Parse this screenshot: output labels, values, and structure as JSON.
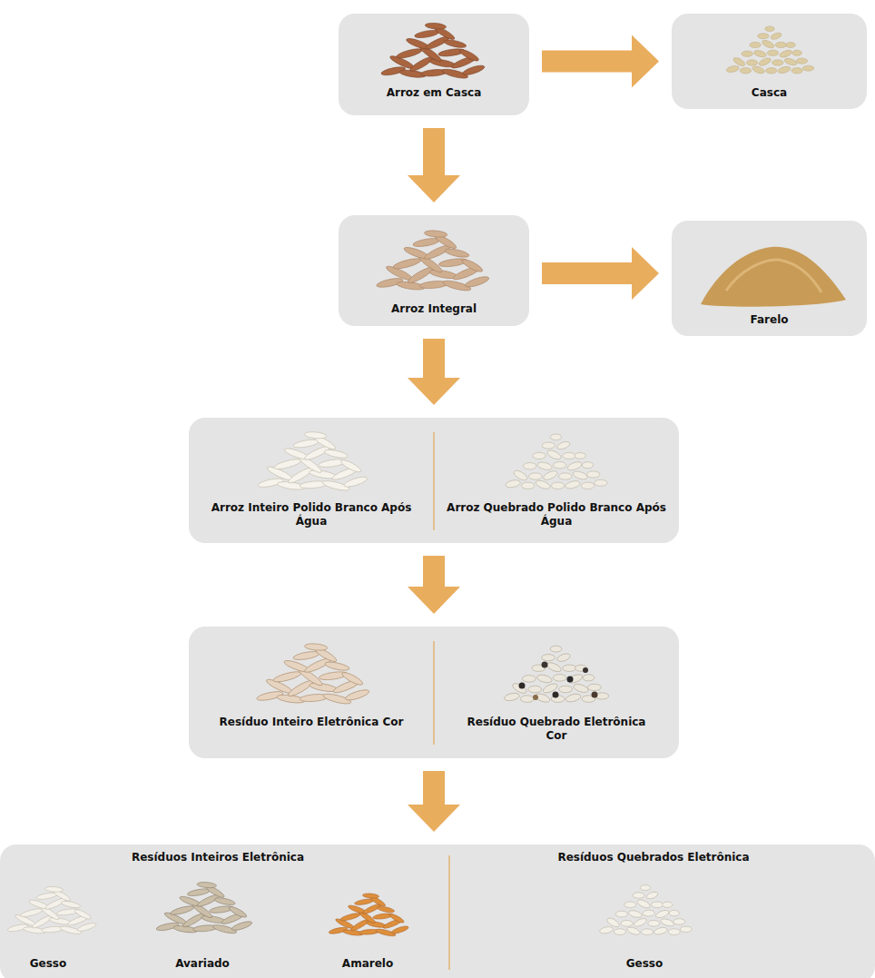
{
  "diagram": {
    "nodes": [
      {
        "text": [
          "Arroz em Casca"
        ]
      },
      {
        "text": [
          "Casca"
        ]
      },
      {
        "text": [
          "Arroz Integral"
        ]
      },
      {
        "text": [
          "Farelo"
        ]
      },
      {
        "text": [
          "Arroz Inteiro Polido Branco Após Água",
          "Arroz Quebrado Polido Branco Após Água"
        ]
      },
      {
        "text": [
          "Resíduo Inteiro Eletrônica Cor",
          "Resíduo Quebrado Eletrônica Cor"
        ]
      },
      {
        "text": [
          "Resíduos Inteiros Eletrônica",
          "Gesso",
          "Avariado",
          "Amarelo",
          "Resíduos Quebrados Eletrônica",
          "Gesso"
        ]
      }
    ],
    "edges": [
      {
        "from": 0,
        "to": 1,
        "arrow": "to"
      },
      {
        "from": 0,
        "to": 2,
        "arrow": "to"
      },
      {
        "from": 2,
        "to": 3,
        "arrow": "to"
      },
      {
        "from": 2,
        "to": 4,
        "arrow": "to"
      },
      {
        "from": 4,
        "to": 5,
        "arrow": "to"
      },
      {
        "from": 5,
        "to": 6,
        "arrow": "to"
      }
    ]
  }
}
